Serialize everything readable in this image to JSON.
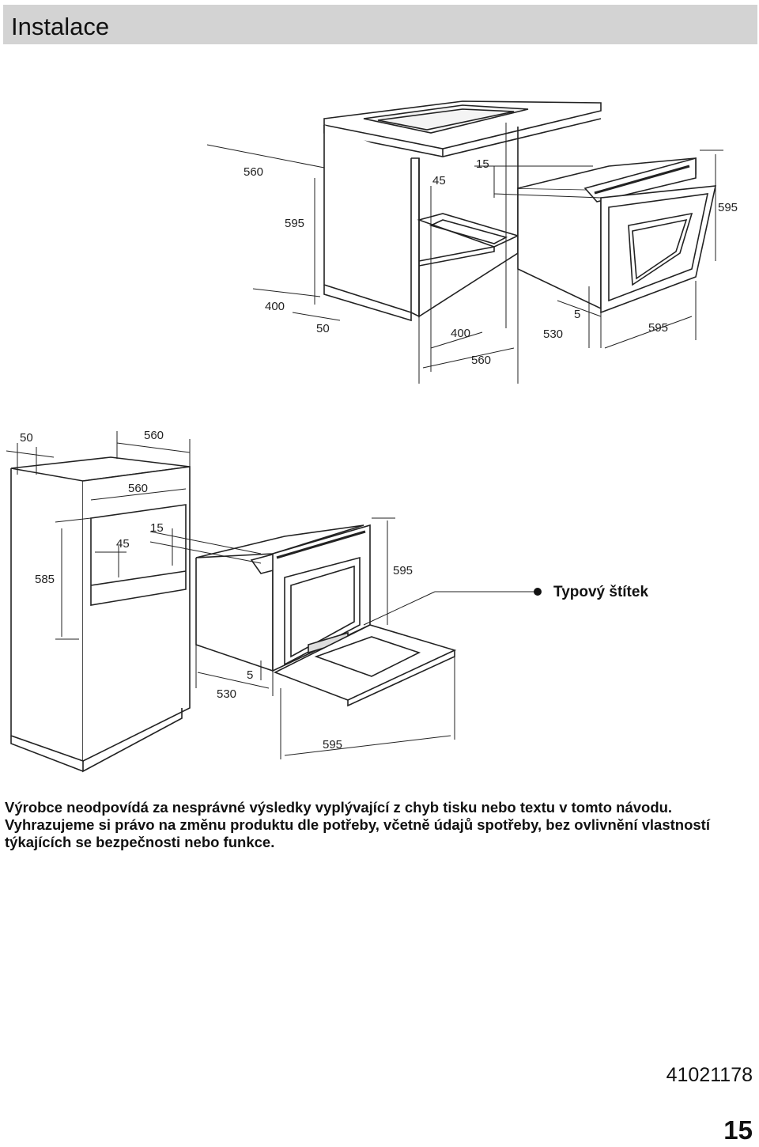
{
  "header": {
    "title": "Instalace"
  },
  "diagram_top": {
    "labels": [
      "560",
      "595",
      "45",
      "15",
      "595",
      "400",
      "50",
      "400",
      "560",
      "5",
      "530",
      "595"
    ]
  },
  "diagram_bottom": {
    "labels": [
      "50",
      "560",
      "560",
      "15",
      "45",
      "585",
      "595",
      "5",
      "530",
      "595"
    ],
    "callout": "Typový štítek"
  },
  "disclaimer": "Výrobce neodpovídá za nesprávné výsledky vyplývající z chyb tisku nebo textu v tomto návodu. Vyhrazujeme si právo na změnu produktu dle potřeby, včetně údajů spotřeby, bez ovlivnění vlastností týkajících se bezpečnosti nebo funkce.",
  "footer": {
    "doc_number": "41021178",
    "page_number": "15"
  }
}
